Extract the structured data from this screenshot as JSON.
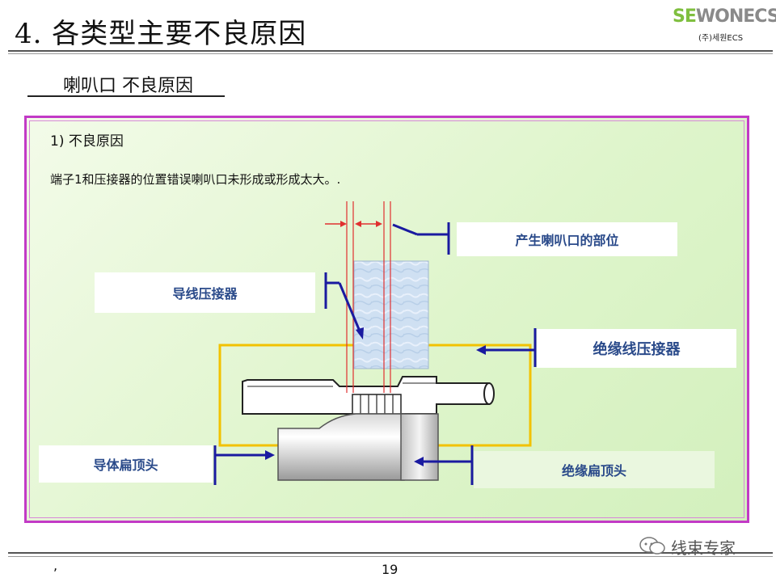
{
  "header": {
    "title": "4. 各类型主要不良原因",
    "logo_text_se": "SE",
    "logo_text_rest": "WONECS",
    "logo_subtext": "(주)세원ECS"
  },
  "section": {
    "subtitle": "喇叭口 不良原因"
  },
  "panel": {
    "heading": "1) 不良原因",
    "description": "端子1和压接器的位置错误喇叭口未形成或形成太大。."
  },
  "labels": {
    "bellmouth_location": "产生喇叭口的部位",
    "conductor_crimper": "导线压接器",
    "insulation_crimper": "绝缘线压接器",
    "conductor_flattening": "导体扁顶头",
    "insulation_flattening": "绝缘扁顶头"
  },
  "footer": {
    "mark": ",",
    "page_number": "19",
    "watermark": "线束专家"
  },
  "colors": {
    "panel_border": "#c23ac6",
    "label_text": "#2a4a8a",
    "arrow": "#1a1aa0",
    "guide_line": "#e03030",
    "insulation_outline": "#f2c200",
    "logo_accent": "#7fbf3f"
  }
}
